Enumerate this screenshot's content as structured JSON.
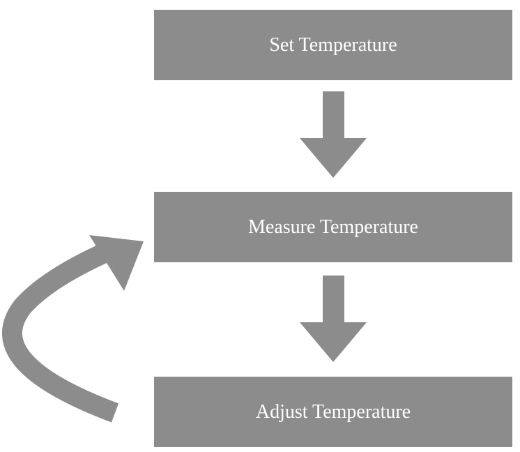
{
  "steps": [
    {
      "label": "Set Temperature"
    },
    {
      "label": "Measure Temperature"
    },
    {
      "label": "Adjust Temperature"
    }
  ],
  "colors": {
    "box_fill": "#8c8c8c",
    "text": "#ffffff",
    "arrow_fill": "#8c8c8c",
    "background": "#ffffff"
  }
}
